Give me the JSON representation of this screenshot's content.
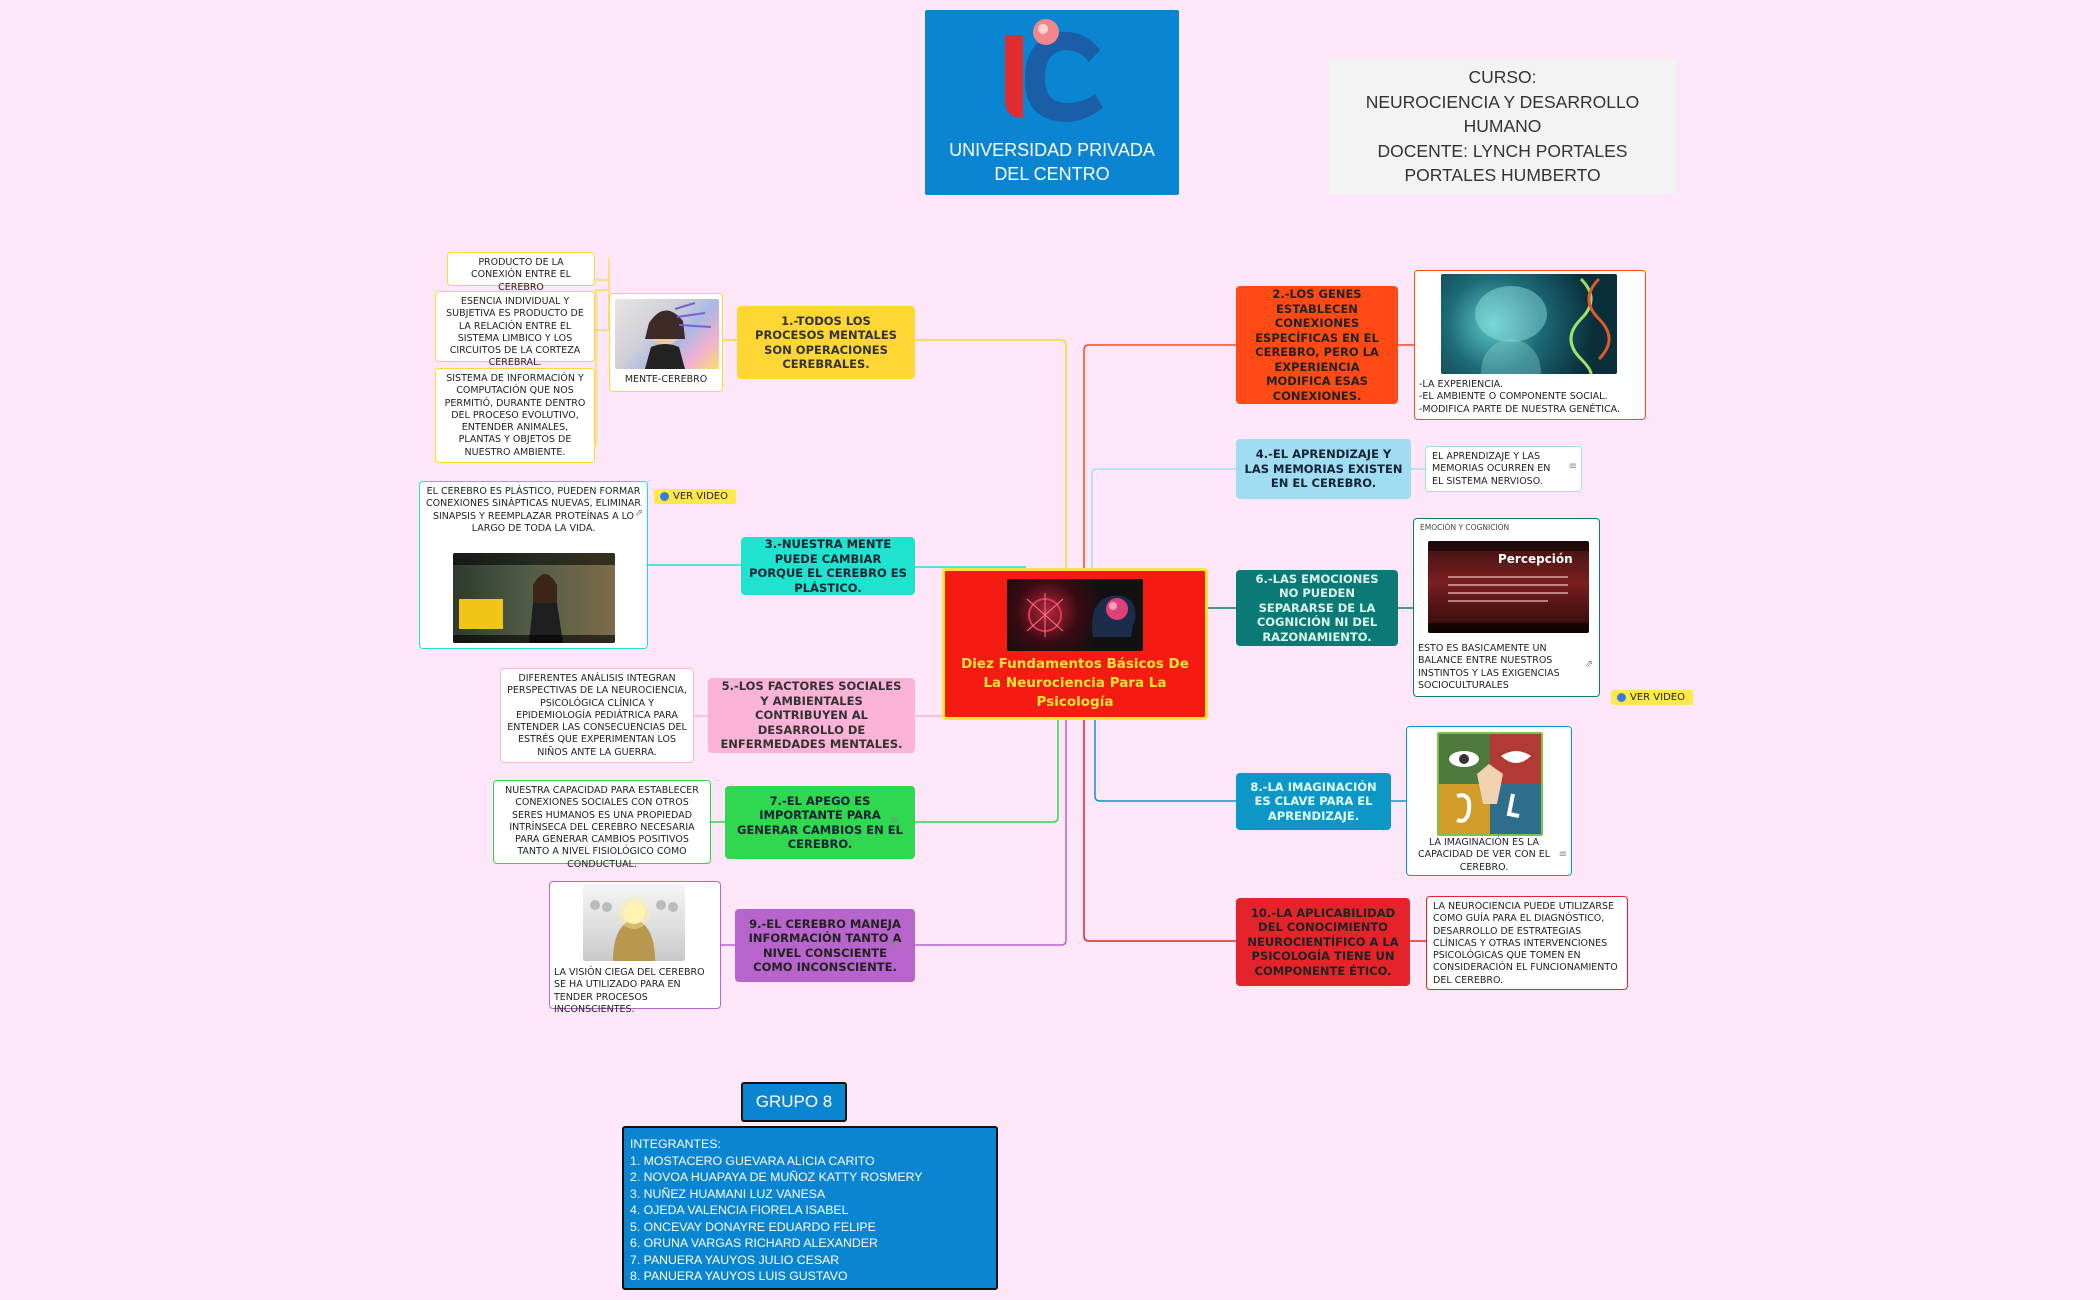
{
  "header": {
    "logo_text": "UNIVERSIDAD PRIVADA DEL CENTRO",
    "course_info": [
      "CURSO:",
      "NEUROCIENCIA Y DESARROLLO HUMANO",
      "DOCENTE: LYNCH PORTALES PORTALES HUMBERTO"
    ]
  },
  "central": {
    "title": "Diez Fundamentos Básicos De La Neurociencia Para La Psicología"
  },
  "topics": {
    "t1": "1.-TODOS LOS PROCESOS MENTALES SON OPERACIONES CEREBRALES.",
    "t2": "2.-LOS GENES ESTABLECEN CONEXIONES ESPECÍFICAS EN EL CEREBRO, PERO LA EXPERIENCIA MODIFICA ESAS CONEXIONES.",
    "t3": "3.-NUESTRA MENTE PUEDE CAMBIAR PORQUE EL CEREBRO ES PLÁSTICO.",
    "t4": "4.-EL APRENDIZAJE Y LAS MEMORIAS EXISTEN EN EL CEREBRO.",
    "t5": "5.-LOS FACTORES SOCIALES Y AMBIENTALES CONTRIBUYEN AL DESARROLLO DE ENFERMEDADES MENTALES.",
    "t6": "6.-LAS EMOCIONES NO PUEDEN SEPARARSE DE LA COGNICIÓN NI DEL RAZONAMIENTO.",
    "t7": "7.-EL APEGO ES IMPORTANTE PARA GENERAR CAMBIOS EN EL CEREBRO.",
    "t8": "8.-LA IMAGINACIÓN ES CLAVE PARA EL APRENDIZAJE.",
    "t9": "9.-EL CEREBRO MANEJA INFORMACIÓN TANTO A NIVEL CONSCIENTE COMO INCONSCIENTE.",
    "t10": "10.-LA APLICABILIDAD DEL CONOCIMIENTO NEUROCIENTÍFICO A LA PSICOLOGÍA TIENE UN COMPONENTE ÉTICO."
  },
  "notes": {
    "n1a": "PRODUCTO DE LA CONEXIÓN ENTRE EL CEREBRO",
    "n1b": "ESENCIA INDIVIDUAL Y SUBJETIVA ES PRODUCTO DE LA RELACIÓN ENTRE EL SISTEMA LIMBICO Y LOS CIRCUITOS DE LA CORTEZA CEREBRAL.",
    "n1c": "SISTEMA DE INFORMACIÓN Y COMPUTACIÓN QUE NOS PERMITIÓ, DURANTE DENTRO DEL PROCESO EVOLUTIVO, ENTENDER  ANIMALES, PLANTAS Y OBJETOS DE NUESTRO AMBIENTE.",
    "n1_img_caption": "MENTE-CEREBRO",
    "n2": "-LA EXPERIENCIA.\n-EL AMBIENTE O COMPONENTE SOCIAL.\n-MODIFICA PARTE DE NUESTRA GENÉTICA.",
    "n3": "EL CEREBRO ES PLÁSTICO, PUEDEN FORMAR CONEXIONES SINÁPTICAS NUEVAS, ELIMINAR SINAPSIS Y REEMPLAZAR PROTEÍNAS A LO LARGO DE TODA LA VIDA.",
    "n4": "EL APRENDIZAJE Y LAS MEMORIAS OCURREN EN EL SISTEMA NERVIOSO.",
    "n5": "DIFERENTES ANÁLISIS INTEGRAN PERSPECTIVAS DE LA NEUROCIENCIA, PSICOLÓGICA CLÍNICA Y EPIDEMIOLOGÍA PEDIÁTRICA PARA ENTENDER LAS CONSECUENCIAS DEL ESTRÉS QUE EXPERIMENTAN LOS NIÑOS ANTE LA GUERRA.",
    "n6_video_title": "EMOCIÓN Y COGNICIÓN",
    "n6_video_label": "Percepción",
    "n6": "ESTO ES BASICAMENTE UN BALANCE ENTRE NUESTROS INSTINTOS Y LAS EXIGENCIAS SOCIOCULTURALES",
    "n7": "NUESTRA CAPACIDAD PARA ESTABLECER CONEXIONES SOCIALES CON OTROS SERES HUMANOS ES UNA PROPIEDAD INTRÍNSECA DEL CEREBRO NECESARIA PARA GENERAR CAMBIOS POSITIVOS TANTO A NIVEL FISIOLÓGICO COMO CONDUCTUAL.",
    "n8": "LA IMAGINACIÓN ES LA CAPACIDAD DE VER CON EL CEREBRO.",
    "n9": "LA VISIÓN CIEGA DEL CEREBRO SE HA UTILIZADO PARA EN TENDER PROCESOS INCONSCIENTES.",
    "n10": "LA NEUROCIENCIA PUEDE UTILIZARSE COMO GUÍA PARA EL DIAGNÓSTICO, DESARROLLO DE ESTRATEGIAS CLÍNICAS Y OTRAS INTERVENCIONES PSICOLÓGICAS QUE TOMEN EN CONSIDERACIÓN EL FUNCIONAMIENTO DEL CEREBRO."
  },
  "badges": {
    "video3": "VER VIDEO",
    "video6": "VER VIDEO"
  },
  "group": {
    "title": "GRUPO 8",
    "heading": "INTEGRANTES:",
    "members": [
      "1. MOSTACERO GUEVARA ALICIA CARITO",
      "2. NOVOA HUAPAYA DE MUÑOZ KATTY ROSMERY",
      "3. NUÑEZ HUAMANI LUZ VANESA",
      "4. OJEDA VALENCIA FIORELA ISABEL",
      "5. ONCEVAY DONAYRE EDUARDO FELIPE",
      "6. ORUNA VARGAS RICHARD ALEXANDER",
      "7. PANUERA YAUYOS JULIO CESAR",
      "8. PANUERA YAUYOS LUIS GUSTAVO"
    ]
  },
  "colors": {
    "background": "#fde7f9",
    "central": "#f51b12",
    "t1": "#ffd734",
    "t2": "#ff4a16",
    "t3": "#1de3cf",
    "t4": "#a0ddf3",
    "t5": "#fbb3d7",
    "t6": "#0b7a76",
    "t7": "#2fd84e",
    "t8": "#0c97c7",
    "t9": "#b764cc",
    "t10": "#e4242a",
    "logo": "#0a85d2"
  }
}
